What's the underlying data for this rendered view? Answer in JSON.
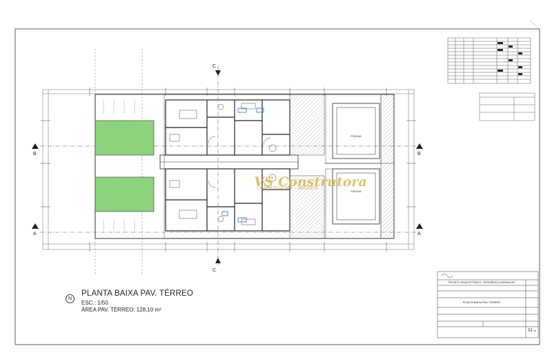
{
  "drawing": {
    "title": "PLANTA BAIXA PAV. TÉRREO",
    "scale": "ESC.: 1/50",
    "area": "ÁREA PAV. TÉRREO: 128,10 m²",
    "north_symbol": "N"
  },
  "section_marks": {
    "top": "C",
    "bottom": "C",
    "left_a": "A",
    "left_b": "B",
    "right_a": "A",
    "right_b": "B"
  },
  "title_block": {
    "project": "PROJETO ARQUITETÔNICO - RESIDÊNCIA UNIFAMILIAR",
    "sheet_title": "PLANTA BAIXA PAV. TÉRREO",
    "sheet_number": "02",
    "sheet_number_suffix": "/05"
  },
  "rooms": {
    "pool_1": "PISCINA",
    "pool_2": "PISCINA"
  },
  "watermark": {
    "brand": "VS Construtora",
    "tagline": "CONSTRUTORA · IMÓVEIS"
  },
  "colors": {
    "line": "#2b2b2b",
    "grass": "#7fcf6f",
    "hatch": "#9aa08f",
    "watermark": "#d9b650",
    "blue_fixture": "#3a7bd5"
  }
}
